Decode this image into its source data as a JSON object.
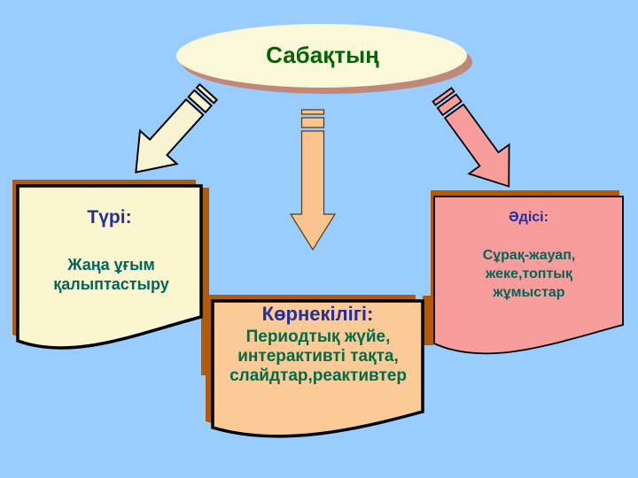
{
  "slide": {
    "background_color": "#99CCFF",
    "shadow_color": "#B35A0A",
    "ellipse": {
      "label": "Сабақтың",
      "fill": "#FBF8D9",
      "shadow_color": "#C08878",
      "text_color": "#056405"
    },
    "arrows": {
      "left": {
        "name": "arrow-to-type",
        "fill": "#F8F3D1"
      },
      "middle": {
        "name": "arrow-to-visuals",
        "fill": "#FBC48E"
      },
      "right": {
        "name": "arrow-to-method",
        "fill": "#F89C9C"
      }
    },
    "boxes": {
      "type": {
        "title": "Түрі:",
        "body": "Жаңа ұғым қалыптастыру",
        "fill": "#FAF7D0",
        "title_color": "#252F9A",
        "body_color": "#00665A"
      },
      "visuals": {
        "title": "Көрнекілігі:",
        "body": "Периодтық жүйе, интерактивті тақта, слайдтар,реактивтер",
        "fill": "#FBCA96",
        "title_color": "#252F9A",
        "body_color": "#046B46"
      },
      "method": {
        "title": "Әдісі:",
        "body": "Сұрақ-жауап, жеке,топтық жұмыстар",
        "fill": "#F89C9C",
        "title_color": "#252F9A",
        "body_color": "#00665A"
      }
    }
  }
}
